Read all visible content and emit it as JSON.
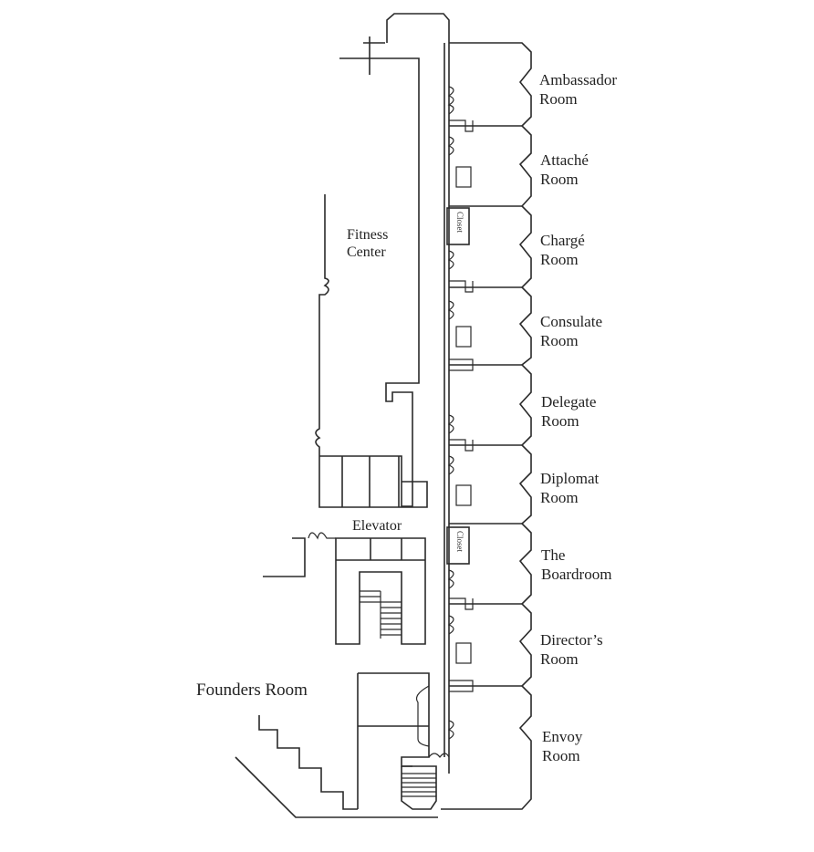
{
  "rooms": [
    {
      "line1": "Ambassador",
      "line2": "Room"
    },
    {
      "line1": "Attaché",
      "line2": "Room"
    },
    {
      "line1": "Chargé",
      "line2": "Room"
    },
    {
      "line1": "Consulate",
      "line2": "Room"
    },
    {
      "line1": "Delegate",
      "line2": "Room"
    },
    {
      "line1": "Diplomat",
      "line2": "Room"
    },
    {
      "line1": "The",
      "line2": "Boardroom"
    },
    {
      "line1": "Director’s",
      "line2": "Room"
    },
    {
      "line1": "Envoy",
      "line2": "Room"
    }
  ],
  "fitness": {
    "line1": "Fitness",
    "line2": "Center"
  },
  "elevator": "Elevator",
  "founders": "Founders Room",
  "closets": [
    "Closet",
    "Closet"
  ],
  "colors": {
    "line": "#2a2a2a",
    "text": "#222222",
    "background": "#ffffff"
  }
}
